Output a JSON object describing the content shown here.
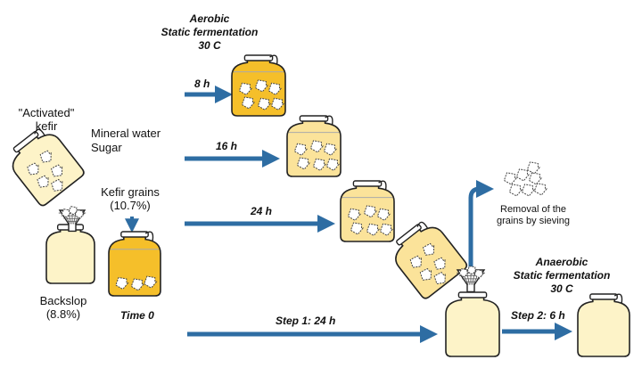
{
  "aerobic": {
    "line1": "Aerobic",
    "line2": "Static fermentation",
    "line3": "30  C"
  },
  "anaerobic": {
    "line1": "Anaerobic",
    "line2": "Static fermentation",
    "line3": "30  C"
  },
  "activated": {
    "line1": "\"Activated\"",
    "line2": "kefir"
  },
  "mineral_water": "Mineral water",
  "sugar": "Sugar",
  "kefir_grains": {
    "line1": "Kefir grains",
    "line2": "(10.7%)"
  },
  "backslop": {
    "line1": "Backslop",
    "line2": "(8.8%)"
  },
  "time0": "Time 0",
  "arrows": {
    "h8": "8 h",
    "h16": "16 h",
    "h24": "24 h",
    "step1": "Step 1: 24 h",
    "step2": "Step 2: 6 h"
  },
  "removal": {
    "line1": "Removal of the",
    "line2": "grains by sieving"
  },
  "colors": {
    "arrow": "#2e6da3",
    "amber": "#f5bf2a",
    "light_yellow": "#fbe39a",
    "pale_yellow": "#fdf3c8",
    "outline": "#222222"
  }
}
